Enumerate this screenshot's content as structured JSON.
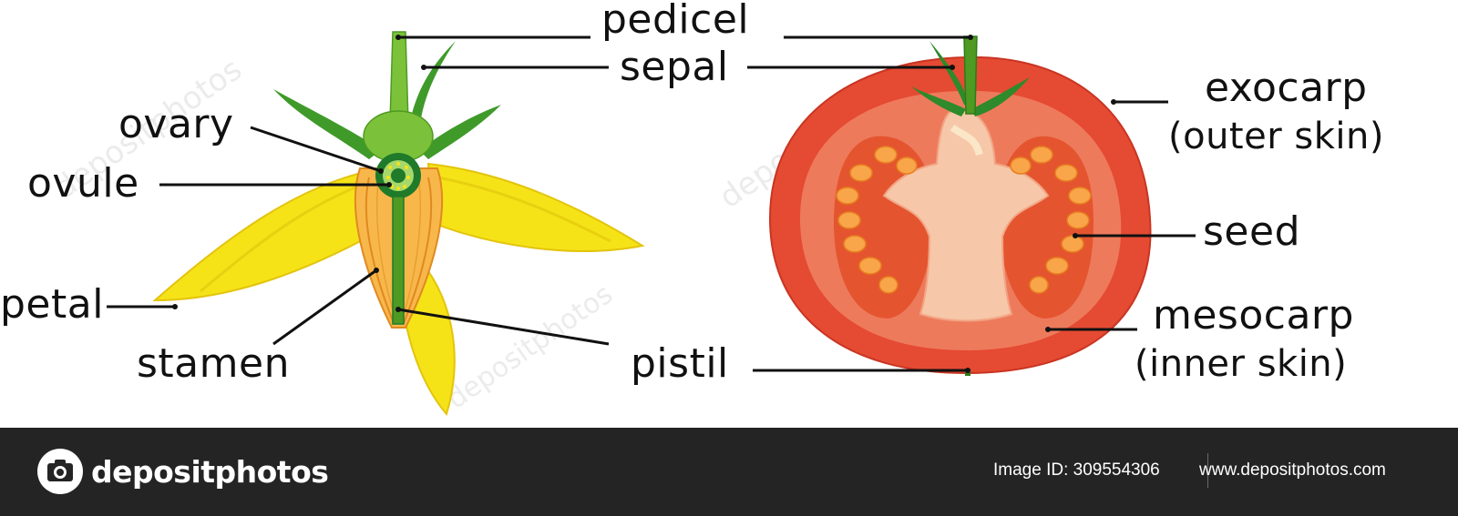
{
  "labels": {
    "pedicel": "pedicel",
    "sepal": "sepal",
    "ovary": "ovary",
    "ovule": "ovule",
    "petal": "petal",
    "stamen": "stamen",
    "pistil": "pistil",
    "exocarp": "exocarp",
    "exocarp_note": "(outer skin)",
    "seed": "seed",
    "mesocarp": "mesocarp",
    "mesocarp_note": "(inner skin)"
  },
  "watermark": "depositphotos",
  "footer": {
    "brand": "depositphotos",
    "image_id": "Image ID: 309554306",
    "url": "www.depositphotos.com"
  },
  "colors": {
    "petal": "#f5e318",
    "sepal": "#3f9a2a",
    "tomato_outer": "#e54a33",
    "tomato_inner": "#ee7a5c",
    "tomato_core": "#f6c7a8",
    "seed": "#f9a54a",
    "footer_bg": "#242424"
  }
}
